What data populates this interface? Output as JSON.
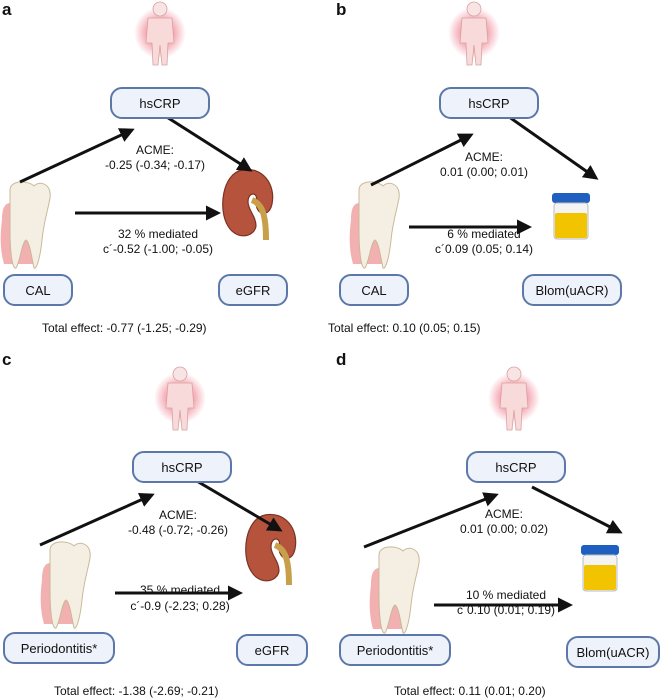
{
  "panels": [
    {
      "letter": "a",
      "mediator": "hsCRP",
      "exposure": "CAL",
      "outcome": "eGFR",
      "acme_title": "ACME:",
      "acme_value": "-0.25 (-0.34; -0.17)",
      "mediated": "32 % mediated",
      "direct": "c´-0.52 (-1.00; -0.05)",
      "total": "Total effect: -0.77 (-1.25; -0.29)",
      "outcome_icon": "kidney"
    },
    {
      "letter": "b",
      "mediator": "hsCRP",
      "exposure": "CAL",
      "outcome": "Blom(uACR)",
      "acme_title": "ACME:",
      "acme_value": "0.01 (0.00; 0.01)",
      "mediated": "6 % mediated",
      "direct": "c´0.09 (0.05; 0.14)",
      "total": "Total effect: 0.10 (0.05; 0.15)",
      "outcome_icon": "urine-cup"
    },
    {
      "letter": "c",
      "mediator": "hsCRP",
      "exposure": "Periodontitis*",
      "outcome": "eGFR",
      "acme_title": "ACME:",
      "acme_value": "-0.48 (-0.72; -0.26)",
      "mediated": "35 % mediated",
      "direct": "c´-0.9 (-2.23; 0.28)",
      "total": "Total effect: -1.38 (-2.69; -0.21)",
      "outcome_icon": "kidney"
    },
    {
      "letter": "d",
      "mediator": "hsCRP",
      "exposure": "Periodontitis*",
      "outcome": "Blom(uACR)",
      "acme_title": "ACME:",
      "acme_value": "0.01 (0.00; 0.02)",
      "mediated": "10 % mediated",
      "direct": "c´0.10 (0.01; 0.19)",
      "total": "Total effect: 0.11 (0.01; 0.20)",
      "outcome_icon": "urine-cup"
    }
  ],
  "colors": {
    "node_border": "#5b78a8",
    "node_fill": "#eef2fa",
    "arrow": "#111111",
    "inflammation": "#e8415a",
    "gum": "#e86f6f",
    "tooth": "#f5efe3",
    "kidney": "#b5533c",
    "cup_lid": "#1f5fbf",
    "urine": "#f2c400"
  }
}
